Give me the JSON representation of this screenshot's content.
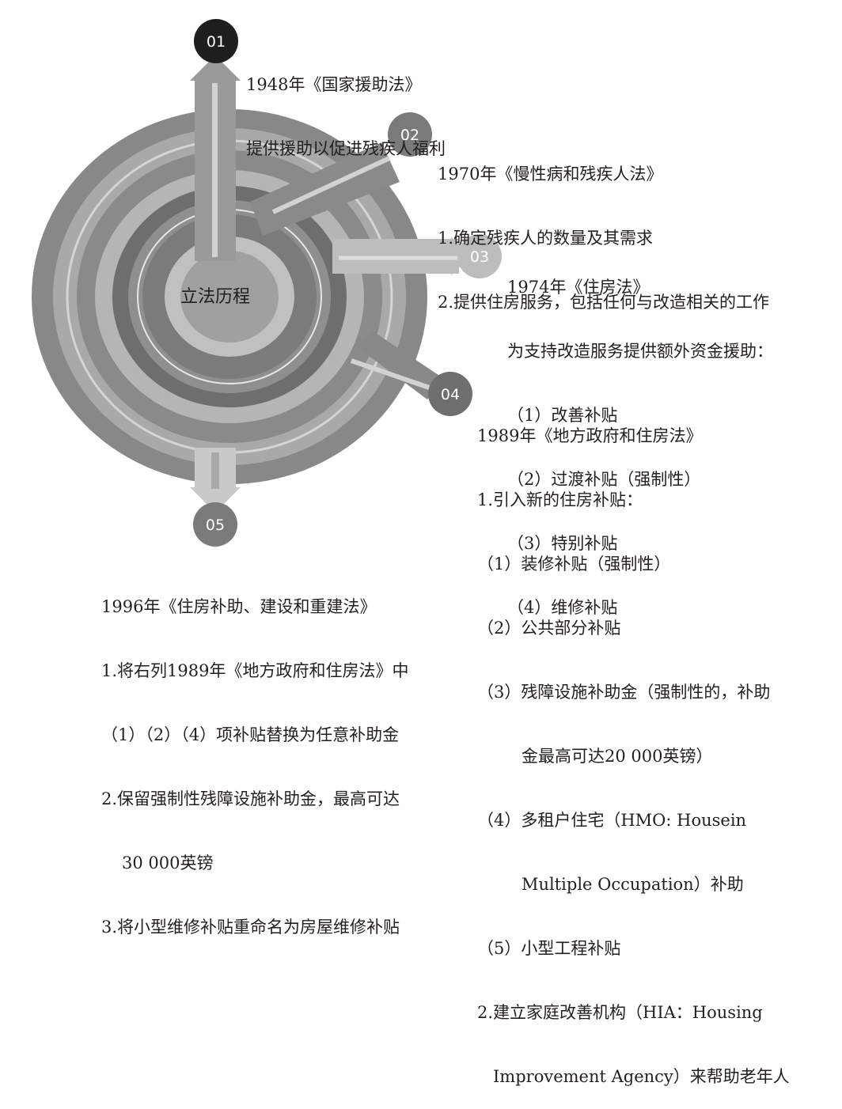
{
  "center_label": "立法历程",
  "milestones": [
    {
      "number": "01",
      "title": "1948年《国家援助法》",
      "lines": [
        "提供援助以促进残疾人福利"
      ]
    },
    {
      "number": "02",
      "title": "1970年《慢性病和残疾人法》",
      "lines": [
        "1.确定残疾人的数量及其需求",
        "2.提供住房服务，包括任何与改造相关的工作"
      ]
    },
    {
      "number": "03",
      "title": "1974年《住房法》",
      "lines": [
        "为支持改造服务提供额外资金援助：",
        "（1）改善补贴",
        "（2）过渡补贴（强制性）",
        "（3）特别补贴",
        "（4）维修补贴"
      ]
    },
    {
      "number": "04",
      "title": "1989年《地方政府和住房法》",
      "lines": [
        "1.引入新的住房补贴：",
        "（1）装修补贴（强制性）",
        "（2）公共部分补贴",
        "（3）残障设施补助金（强制性的，补助",
        "金最高可达20 000英镑）",
        "（4）多租户住宅（HMO: Housein",
        "Multiple Occupation）补助",
        "（5）小型工程补贴",
        "2.建立家庭改善机构（HIA：Housing",
        "Improvement Agency）来帮助老年人"
      ]
    },
    {
      "number": "05",
      "title": "1996年《住房补助、建设和重建法》",
      "lines": [
        "1.将右列1989年《地方政府和住房法》中",
        "（1）（2）（4）项补贴替换为任意补助金",
        "2.保留强制性残障设施补助金，最高可达",
        "30 000英镑",
        "3.将小型维修补贴重命名为房屋维修补贴"
      ]
    }
  ]
}
